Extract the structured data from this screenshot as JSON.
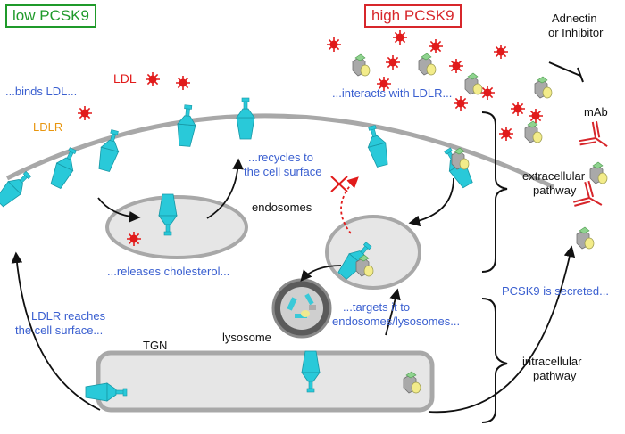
{
  "titles": {
    "low": "low PCSK9",
    "high": "high PCSK9"
  },
  "labels": {
    "binds_ldl": "...binds LDL...",
    "ldl": "LDL",
    "ldlr": "LDLR",
    "recycles_1": "...recycles to",
    "recycles_2": "the cell surface",
    "endosomes": "endosomes",
    "releases": "...releases cholesterol...",
    "interacts": "...interacts with LDLR...",
    "lysosome": "lysosome",
    "targets_1": "...targets it to",
    "targets_2": "endosomes/lysosomes...",
    "ldlr_reaches_1": "LDLR reaches",
    "ldlr_reaches_2": "the cell surface...",
    "tgn": "TGN",
    "adnectin_1": "Adnectin",
    "adnectin_2": "or Inhibitor",
    "mab": "mAb",
    "extracellular_1": "extracellular",
    "extracellular_2": "pathway",
    "pcsk9_secreted": "PCSK9 is secreted...",
    "intracellular_1": "intracellular",
    "intracellular_2": "pathway"
  },
  "colors": {
    "low": "#1f9a2a",
    "high": "#d7262b",
    "blue_text": "#3a5fd0",
    "ldlr": "#29c9d9",
    "ldl": "#e11b1b",
    "ldlr_label": "#e8960f",
    "membrane": "#a8a8a8",
    "mab": "#d7262b"
  },
  "icons": [
    "ldl-particle-icon",
    "ldlr-receptor-icon",
    "pcsk9-protein-icon",
    "antibody-icon",
    "inhibitor-tbar-icon",
    "blocked-cross-icon"
  ]
}
